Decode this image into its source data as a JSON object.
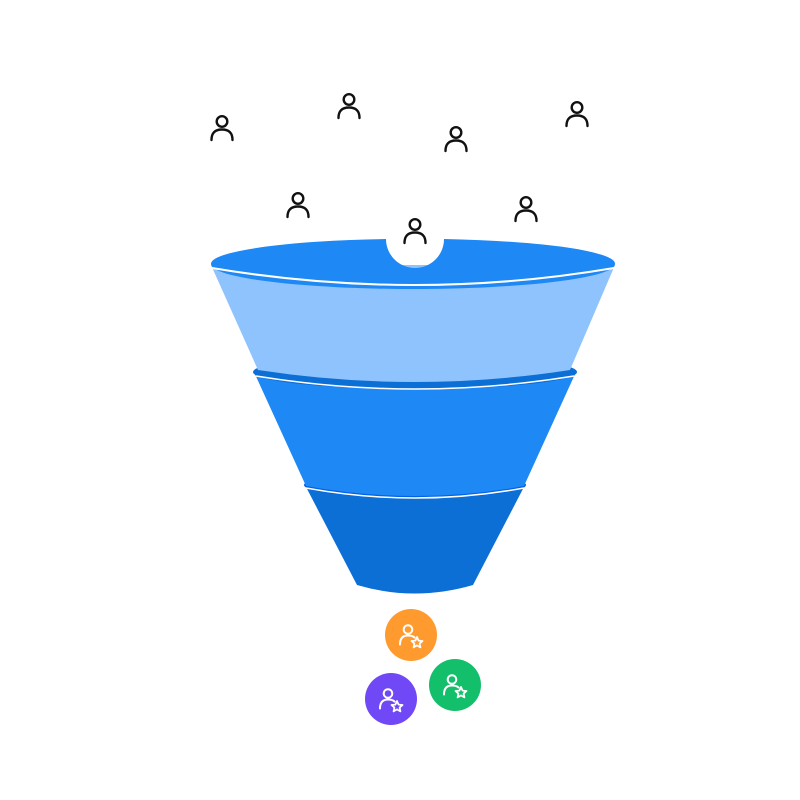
{
  "colors": {
    "background": "#ffffff",
    "funnel_rim": "#1e88f5",
    "funnel_tier_1": "#8fc3fd",
    "funnel_tier_2": "#1e88f5",
    "funnel_tier_2_rim": "#0c6fd6",
    "funnel_tier_3": "#0c6fd6",
    "funnel_tier_3_rim": "#0062e6",
    "separator": "#ffffff",
    "prospect_icon": "#111111",
    "converted_orange": "#ff9a2e",
    "converted_green": "#13bf6a",
    "converted_purple": "#7048f5",
    "converted_icon": "#ffffff"
  },
  "icons": {
    "prospect": "user-outline-icon",
    "converted": "user-star-icon"
  },
  "prospects": [
    {
      "name": "prospect-user-1"
    },
    {
      "name": "prospect-user-2"
    },
    {
      "name": "prospect-user-3"
    },
    {
      "name": "prospect-user-4"
    },
    {
      "name": "prospect-user-5"
    },
    {
      "name": "prospect-user-6"
    },
    {
      "name": "prospect-user-7"
    }
  ],
  "converted_users": [
    {
      "name": "converted-user-orange",
      "color_key": "converted_orange"
    },
    {
      "name": "converted-user-green",
      "color_key": "converted_green"
    },
    {
      "name": "converted-user-purple",
      "color_key": "converted_purple"
    }
  ]
}
